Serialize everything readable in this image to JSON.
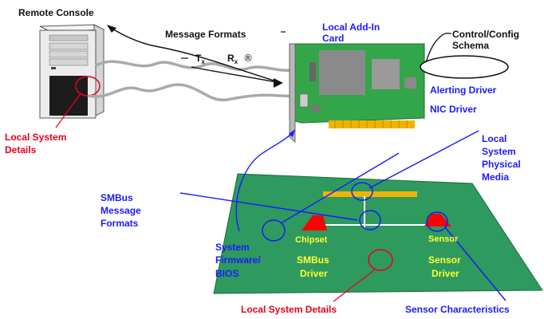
{
  "labels": {
    "remote_console": "Remote Console",
    "message_formats": "Message Formats",
    "tx_main": "T",
    "tx_sub": "x",
    "rx_main": "R",
    "rx_sub": "x",
    "rx_symbol": "®",
    "local_addin_card_line1": "Local Add-In",
    "local_addin_card_line2": "Card",
    "control_config_line1": "Control/Config",
    "control_config_line2": "Schema",
    "alerting_driver": "Alerting Driver",
    "nic_driver": "NIC Driver",
    "local_system_details_left_line1": "Local System",
    "local_system_details_left_line2": "Details",
    "local_system_physical_media_line1": "Local",
    "local_system_physical_media_line2": "System",
    "local_system_physical_media_line3": "Physical",
    "local_system_physical_media_line4": "Media",
    "smbus_message_formats_line1": "SMBus",
    "smbus_message_formats_line2": "Message",
    "smbus_message_formats_line3": "Formats",
    "system_firmware_line1": "System",
    "system_firmware_line2": "Firmware/",
    "system_firmware_line3": "BIOS",
    "chipset": "Chipset",
    "sensor": "Sensor",
    "smbus_driver_line1": "SMBus",
    "smbus_driver_line2": "Driver",
    "sensor_driver_line1": "Sensor",
    "sensor_driver_line2": "Driver",
    "local_system_details_bottom": "Local System Details",
    "sensor_characteristics": "Sensor Characteristics"
  },
  "colors": {
    "blue_label": "#1a1aff",
    "red_label": "#e8001c",
    "yellow_label": "#ffff33",
    "black_label": "#111111",
    "board_green": "#2e9a5e",
    "card_green": "#33a64a",
    "bus_yellow": "#f0b400",
    "chip_red": "#ff0000"
  }
}
